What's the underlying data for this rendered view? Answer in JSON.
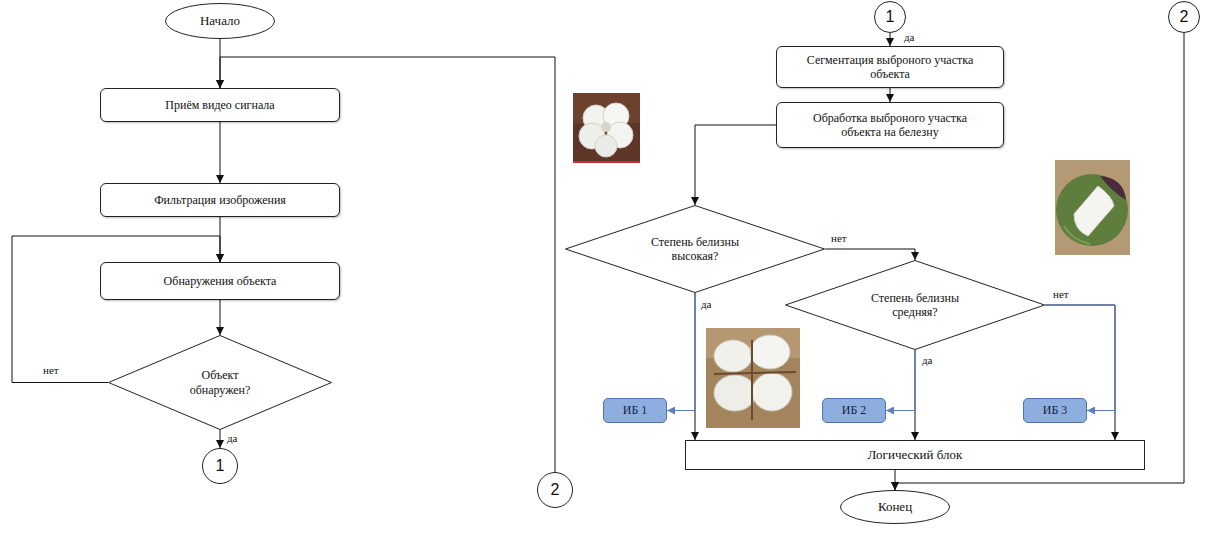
{
  "diagram": {
    "nodes": [
      {
        "text": [
          "Начало"
        ]
      },
      {
        "text": [
          "Приём видео сигнала"
        ]
      },
      {
        "text": [
          "Фильтрация изоброжения"
        ]
      },
      {
        "text": [
          "Обнаружения объекта"
        ]
      },
      {
        "text": [
          "Объект обнаружен?"
        ]
      },
      {
        "text": [
          "1"
        ]
      },
      {
        "text": [
          "2"
        ]
      },
      {
        "text": [
          "1"
        ]
      },
      {
        "text": [
          "Сегментация выброного участка объекта"
        ]
      },
      {
        "text": [
          "Обработка выброного участка объекта на белезну"
        ]
      },
      {
        "text": [
          "Степень белизны высокая?"
        ]
      },
      {
        "text": [
          "Степень белизны средняя?"
        ]
      },
      {
        "text": [
          "ИБ 1"
        ]
      },
      {
        "text": [
          "ИБ 2"
        ]
      },
      {
        "text": [
          "ИБ 3"
        ]
      },
      {
        "text": [
          "Логический блок"
        ]
      },
      {
        "text": [
          "Конец"
        ]
      },
      {
        "text": [
          "2"
        ]
      }
    ],
    "edges": [
      {
        "from": 0,
        "to": 1,
        "arrow": "to"
      },
      {
        "from": 1,
        "to": 2,
        "arrow": "to"
      },
      {
        "from": 2,
        "to": 3,
        "arrow": "to"
      },
      {
        "from": 3,
        "to": 4,
        "arrow": "to"
      },
      {
        "from": 4,
        "to": 3,
        "label": "нет",
        "arrow": "to"
      },
      {
        "from": 4,
        "to": 5,
        "label": "да",
        "arrow": "to"
      },
      {
        "from": 6,
        "to": 1,
        "arrow": "to"
      },
      {
        "from": 7,
        "to": 8,
        "label": "да",
        "arrow": "to"
      },
      {
        "from": 8,
        "to": 9,
        "arrow": "to"
      },
      {
        "from": 9,
        "to": 10,
        "arrow": "to"
      },
      {
        "from": 10,
        "to": 11,
        "label": "нет",
        "arrow": "to"
      },
      {
        "from": 10,
        "to": 15,
        "label": "да",
        "arrow": "to"
      },
      {
        "from": 10,
        "to": 12,
        "arrow": "to"
      },
      {
        "from": 11,
        "to": 15,
        "label": "да",
        "arrow": "to"
      },
      {
        "from": 11,
        "to": 13,
        "arrow": "to"
      },
      {
        "from": 11,
        "to": 15,
        "label": "нет",
        "arrow": "to"
      },
      {
        "from": 11,
        "to": 14,
        "arrow": "to"
      },
      {
        "from": 15,
        "to": 16,
        "arrow": "to"
      },
      {
        "from": 17,
        "to": 16,
        "arrow": "to"
      }
    ]
  }
}
